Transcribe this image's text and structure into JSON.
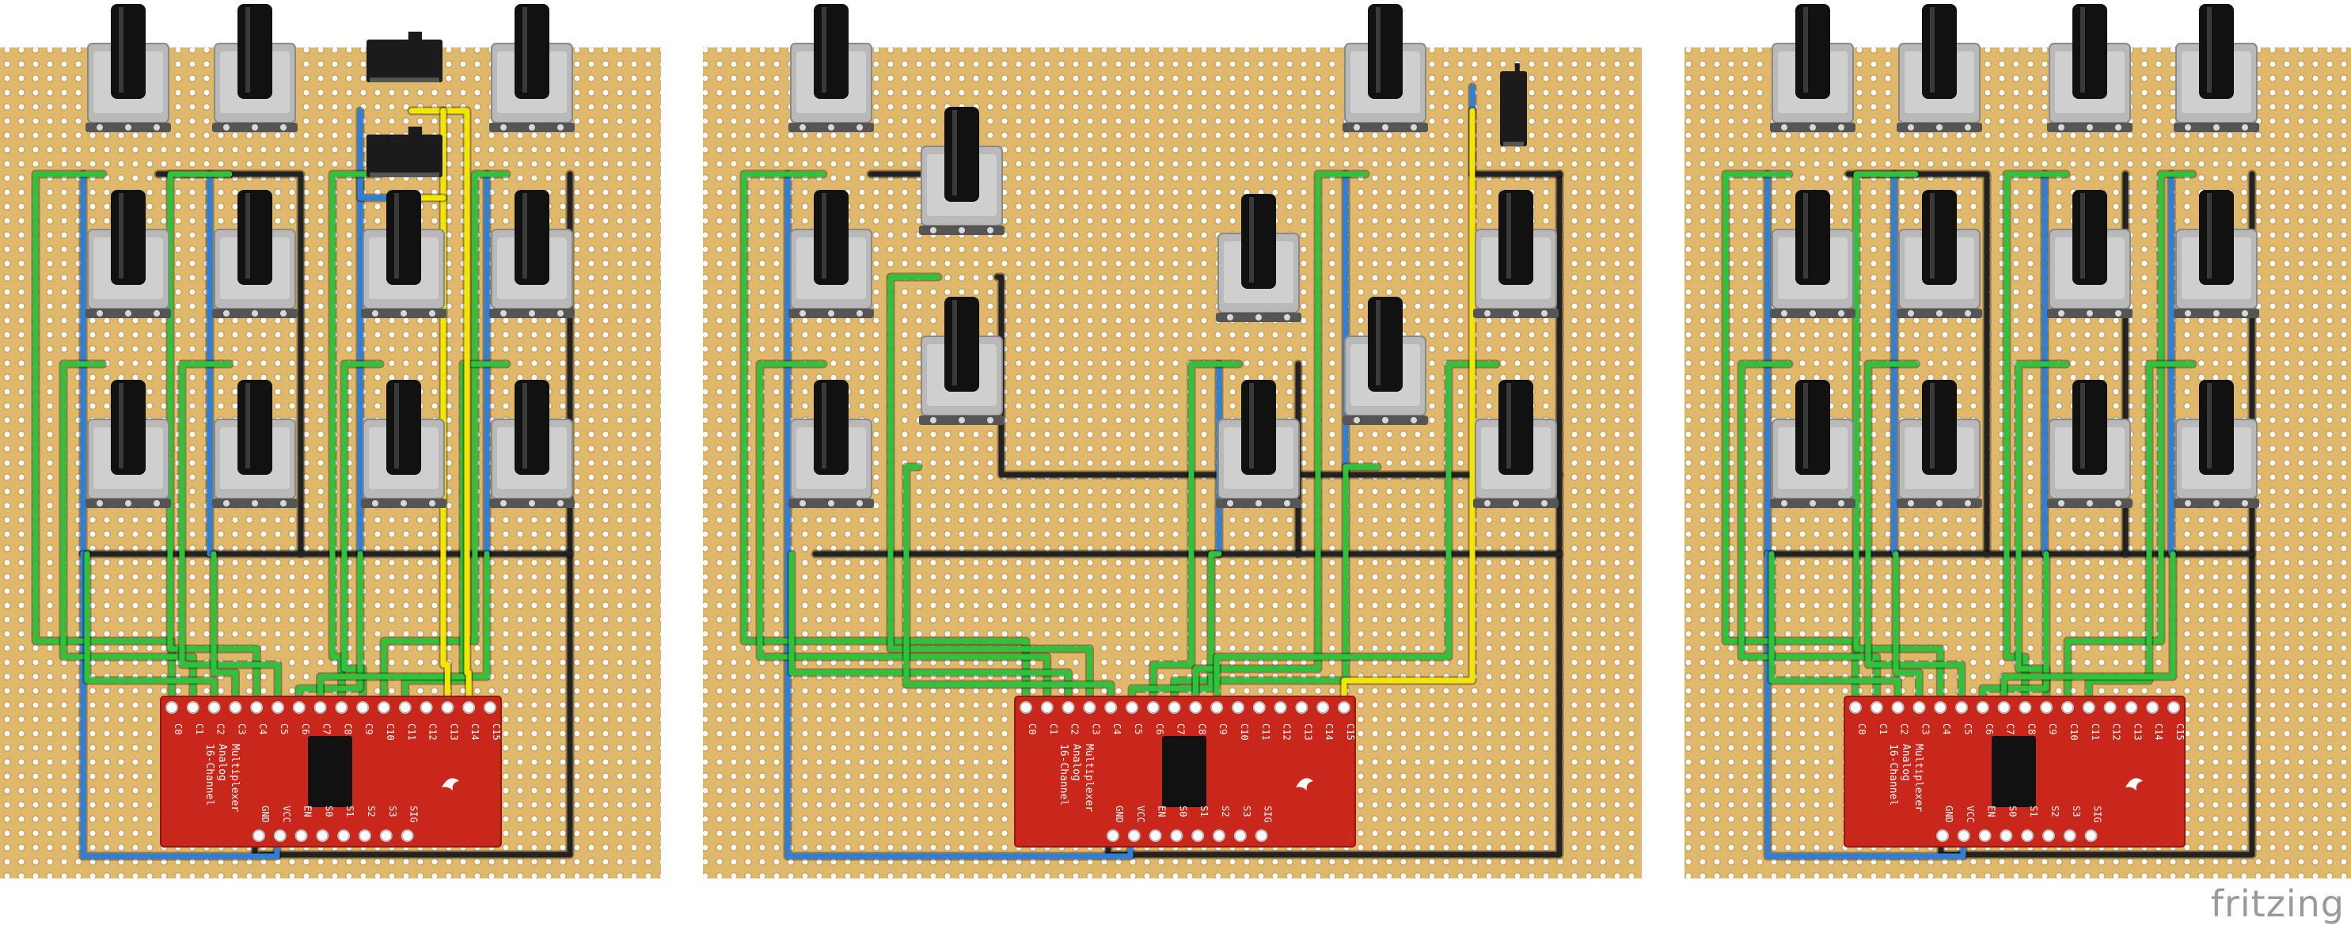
{
  "brand": "fritzing",
  "colors": {
    "board": "#e0b86b",
    "hole": "#ffffff",
    "hole_ring": "#c9a15a",
    "wire_green": "#2fc23a",
    "wire_blue": "#2f7fd6",
    "wire_black": "#222222",
    "wire_yellow": "#f3e600",
    "mux_red": "#c9271c",
    "pot_body": "#b9b9b9",
    "pot_knob": "#111111"
  },
  "mux_labels": {
    "title_lines": [
      "16-Channel",
      "Analog",
      "Multiplexer"
    ],
    "channels": [
      "C0",
      "C1",
      "C2",
      "C3",
      "C4",
      "C5",
      "C6",
      "C7",
      "C8",
      "C9",
      "C10",
      "C11",
      "C12",
      "C13",
      "C14",
      "C15"
    ],
    "bottom_pins": [
      "GND",
      "VCC",
      "EN",
      "S0",
      "S1",
      "S2",
      "S3",
      "SIG"
    ]
  },
  "boards": [
    {
      "name": "board-left"
    },
    {
      "name": "board-middle"
    },
    {
      "name": "board-right"
    }
  ]
}
